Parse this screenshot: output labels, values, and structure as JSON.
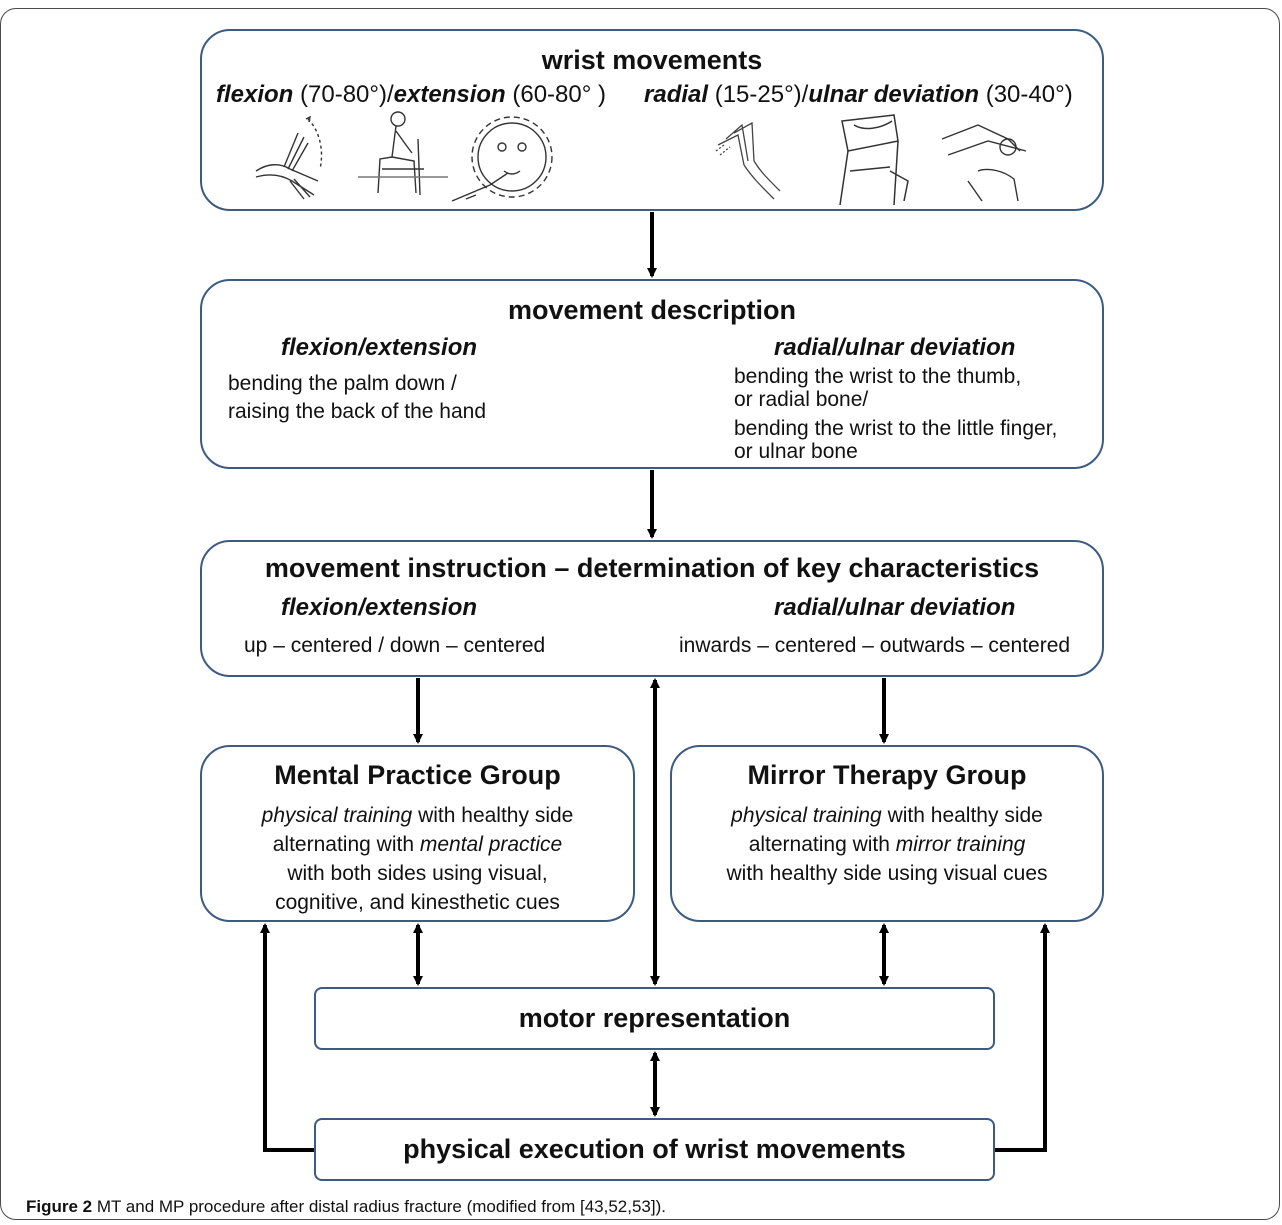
{
  "wrist": {
    "title": "wrist movements",
    "flexion": "flexion",
    "flexion_range": " (70-80°)/",
    "extension": "extension",
    "extension_range": " (60-80° )",
    "radial": "radial",
    "radial_range": " (15-25°)/",
    "ulnar": "ulnar deviation",
    "ulnar_range": " (30-40°)",
    "illustrations": [
      "hand-flexion-icon",
      "seated-person-icon",
      "child-brushing-teeth-icon",
      "hand-waving-icon",
      "hand-holding-jar-icon",
      "hands-using-tool-icon"
    ]
  },
  "description": {
    "title": "movement description",
    "left_heading": "flexion/extension",
    "left_lines": [
      "bending the palm down /",
      "raising the back of the hand"
    ],
    "right_heading": "radial/ulnar deviation",
    "right_lines": [
      "bending the wrist to the thumb,",
      "or radial bone/",
      "bending the wrist to the little finger,",
      "or ulnar bone"
    ]
  },
  "instruction": {
    "title": "movement instruction – determination of key characteristics",
    "left_heading": "flexion/extension",
    "left_text": "up – centered / down – centered",
    "right_heading": "radial/ulnar deviation",
    "right_text": "inwards – centered – outwards – centered"
  },
  "mental_practice": {
    "title": "Mental Practice Group",
    "l1_em": "physical training",
    "l1_rest": " with healthy side",
    "l2_pre": "alternating with ",
    "l2_em": "mental practice",
    "l3": "with both sides using visual,",
    "l4": "cognitive, and kinesthetic cues"
  },
  "mirror_therapy": {
    "title": "Mirror Therapy Group",
    "l1_em": "physical training",
    "l1_rest": " with healthy side",
    "l2_pre": "alternating with ",
    "l2_em": "mirror training",
    "l3": "with healthy side using visual cues"
  },
  "motor": {
    "title": "motor representation"
  },
  "physical": {
    "title": "physical execution of wrist movements"
  },
  "caption": {
    "label": "Figure 2",
    "text": " MT and MP procedure after distal radius fracture (modified from [43,52,53])."
  },
  "colors": {
    "box_border": "#3d5a80",
    "arrow": "#000000"
  }
}
